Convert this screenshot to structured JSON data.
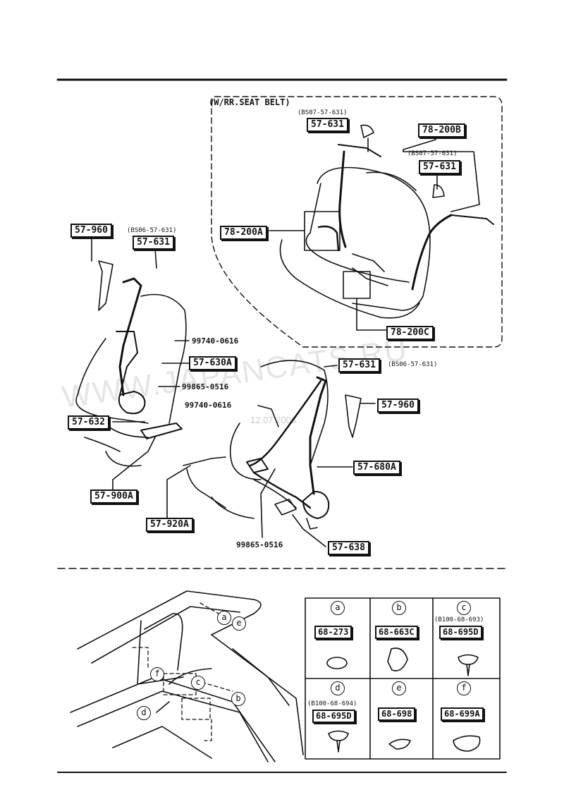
{
  "header_note": "(W/RR.SEAT BELT)",
  "watermark": "WWW.JAPANCATS.RU",
  "date_stamp": "12.07.2006",
  "labels": {
    "p57_631_a": "57-631",
    "p57_631_a_sub": "(BS07-57-631)",
    "p78_200b": "78-200B",
    "p57_631_b": "57-631",
    "p57_631_b_sub": "(BS07-57-631)",
    "p78_200a": "78-200A",
    "p78_200c": "78-200C",
    "p57_960_left": "57-960",
    "p57_631_c": "57-631",
    "p57_631_c_sub": "(BS06-57-631)",
    "bolt_99740_1": "99740-0616",
    "p57_630a": "57-630A",
    "p57_631_d": "57-631",
    "p57_631_d_sub": "(BS06-57-631)",
    "bolt_99865_1": "99865-0516",
    "p57_960_right": "57-960",
    "bolt_99740_2": "99740-0616",
    "p57_632": "57-632",
    "p57_680a": "57-680A",
    "p57_900a": "57-900A",
    "p57_920a": "57-920A",
    "bolt_99865_2": "99865-0516",
    "p57_638": "57-638"
  },
  "callouts": [
    "a",
    "e",
    "f",
    "c",
    "b",
    "d"
  ],
  "fastener_table": [
    {
      "letter": "a",
      "sub": "",
      "part": "68-273",
      "icon": "round-cap-icon"
    },
    {
      "letter": "b",
      "sub": "",
      "part": "68-663C",
      "icon": "clip-icon"
    },
    {
      "letter": "c",
      "sub": "(B100-68-693)",
      "part": "68-695D",
      "icon": "push-pin-icon"
    },
    {
      "letter": "d",
      "sub": "(B100-68-694)",
      "part": "68-695D",
      "icon": "push-pin-icon"
    },
    {
      "letter": "e",
      "sub": "",
      "part": "68-698",
      "icon": "oval-pad-icon"
    },
    {
      "letter": "f",
      "sub": "",
      "part": "68-699A",
      "icon": "rect-pad-icon"
    }
  ]
}
